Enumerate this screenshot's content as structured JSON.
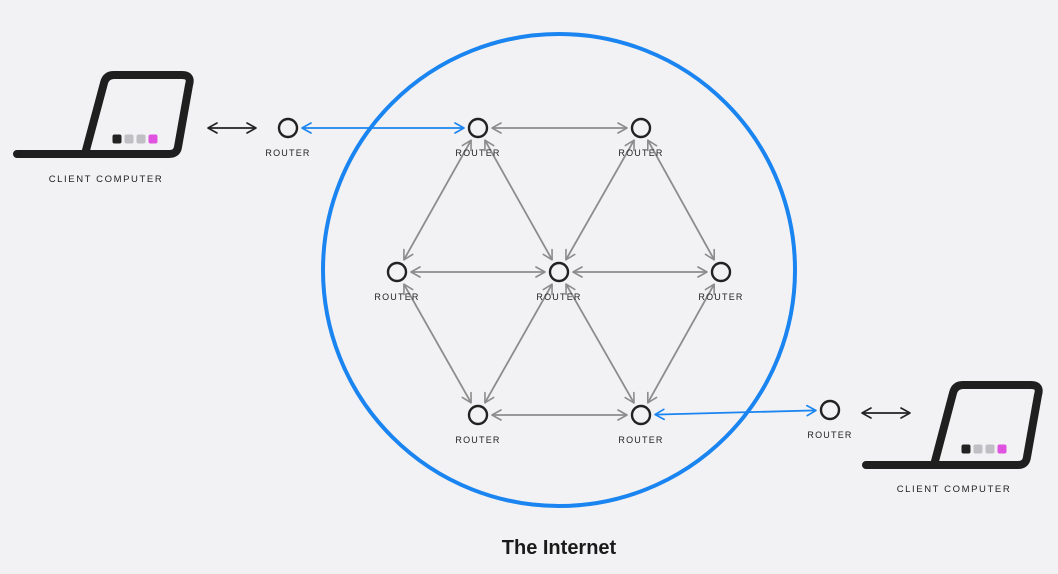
{
  "title": "The Internet",
  "labels": {
    "router": "ROUTER",
    "client_computer": "CLIENT COMPUTER"
  },
  "colors": {
    "background": "#f2f2f4",
    "internet_circle": "#1a84f0",
    "external_link": "#1a84f0",
    "internal_link": "#8c8c8c",
    "client_link": "#222222",
    "node_stroke": "#222222",
    "laptop": "#1f1f1f",
    "dot_dark": "#222222",
    "dot_light": "#bfbfc4",
    "dot_accent": "#e052e0"
  },
  "nodes": [
    {
      "id": "client-left",
      "kind": "client"
    },
    {
      "id": "router-left-edge",
      "kind": "router"
    },
    {
      "id": "router-top-left",
      "kind": "router"
    },
    {
      "id": "router-top-right",
      "kind": "router"
    },
    {
      "id": "router-middle-left",
      "kind": "router"
    },
    {
      "id": "router-center",
      "kind": "router"
    },
    {
      "id": "router-middle-right",
      "kind": "router"
    },
    {
      "id": "router-bottom-left",
      "kind": "router"
    },
    {
      "id": "router-bottom-right",
      "kind": "router"
    },
    {
      "id": "router-right-edge",
      "kind": "router"
    },
    {
      "id": "client-right",
      "kind": "client"
    }
  ],
  "edges": [
    {
      "from": "client-left",
      "to": "router-left-edge",
      "kind": "client"
    },
    {
      "from": "router-left-edge",
      "to": "router-top-left",
      "kind": "external"
    },
    {
      "from": "router-top-left",
      "to": "router-top-right",
      "kind": "internal"
    },
    {
      "from": "router-top-left",
      "to": "router-middle-left",
      "kind": "internal"
    },
    {
      "from": "router-top-left",
      "to": "router-center",
      "kind": "internal"
    },
    {
      "from": "router-top-right",
      "to": "router-center",
      "kind": "internal"
    },
    {
      "from": "router-top-right",
      "to": "router-middle-right",
      "kind": "internal"
    },
    {
      "from": "router-middle-left",
      "to": "router-center",
      "kind": "internal"
    },
    {
      "from": "router-center",
      "to": "router-middle-right",
      "kind": "internal"
    },
    {
      "from": "router-middle-left",
      "to": "router-bottom-left",
      "kind": "internal"
    },
    {
      "from": "router-center",
      "to": "router-bottom-left",
      "kind": "internal"
    },
    {
      "from": "router-center",
      "to": "router-bottom-right",
      "kind": "internal"
    },
    {
      "from": "router-middle-right",
      "to": "router-bottom-right",
      "kind": "internal"
    },
    {
      "from": "router-bottom-left",
      "to": "router-bottom-right",
      "kind": "internal"
    },
    {
      "from": "router-bottom-right",
      "to": "router-right-edge",
      "kind": "external"
    },
    {
      "from": "router-right-edge",
      "to": "client-right",
      "kind": "client"
    }
  ]
}
